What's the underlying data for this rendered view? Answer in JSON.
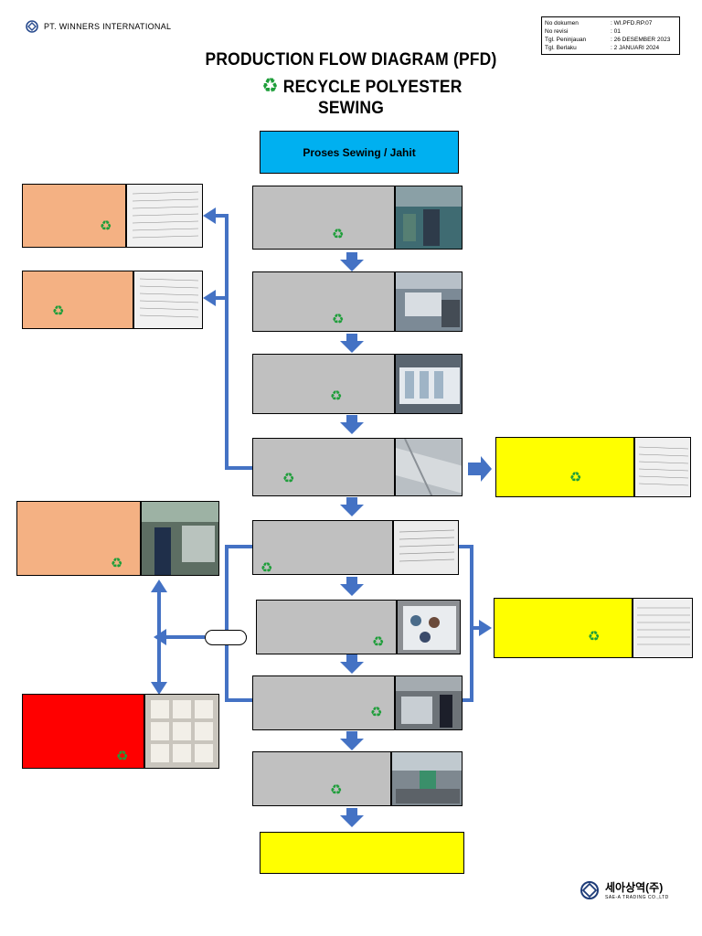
{
  "header": {
    "company_name": "PT. WINNERS INTERNATIONAL",
    "doc_info": [
      {
        "label": "No dokumen",
        "value": ": WI.PFD.RP.07"
      },
      {
        "label": "No revisi",
        "value": ": 01"
      },
      {
        "label": "Tgl. Peninjauan",
        "value": ": 26 DESEMBER 2023"
      },
      {
        "label": "Tgl. Berlaku",
        "value": ": 2 JANUARI 2024"
      }
    ]
  },
  "title": {
    "line1": "PRODUCTION FLOW DIAGRAM (PFD)",
    "line2": "RECYCLE POLYESTER",
    "line3": "SEWING"
  },
  "process_start": "Proses Sewing / Jahit",
  "icons": {
    "recycle": "recycle-icon",
    "arrow": "arrow-icon",
    "photo": "photo-icon"
  },
  "colors": {
    "process": "#c0c0c0",
    "record": "#f4b183",
    "output": "#ffff00",
    "reject": "#ff0000",
    "start": "#00b0f0",
    "arrow": "#4472c4",
    "recycle": "#1e9e3a"
  },
  "recycle_symbol": "♻",
  "footer": {
    "logo_korean": "세아상역(주)",
    "logo_english": "SAE-A TRADING CO.,LTD"
  }
}
